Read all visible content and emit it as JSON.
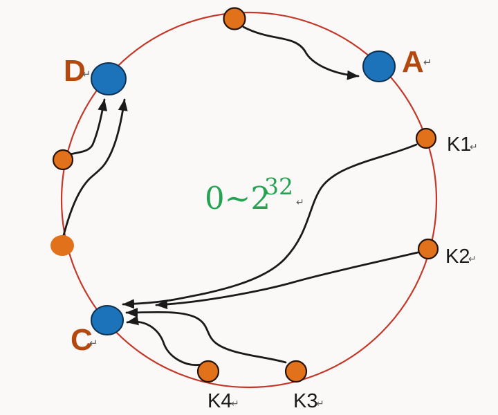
{
  "diagram": {
    "type": "consistent-hashing-ring",
    "ring_range": {
      "base": "0~2",
      "exponent": "32"
    },
    "return_mark": "↵",
    "server_nodes": [
      {
        "id": "A",
        "label": "A"
      },
      {
        "id": "D",
        "label": "D"
      },
      {
        "id": "C",
        "label": "C"
      }
    ],
    "key_nodes": [
      {
        "id": "K1",
        "label": "K1"
      },
      {
        "id": "K2",
        "label": "K2"
      },
      {
        "id": "K3",
        "label": "K3"
      },
      {
        "id": "K4",
        "label": "K4"
      }
    ],
    "unlabeled_key_nodes": 3,
    "arrows": [
      {
        "from": "top-key",
        "to": "A"
      },
      {
        "from": "left-upper-key",
        "to": "D"
      },
      {
        "from": "left-lower-key",
        "to": "D"
      },
      {
        "from": "K1",
        "to": "C"
      },
      {
        "from": "K2",
        "to": "C"
      },
      {
        "from": "K3",
        "to": "C"
      },
      {
        "from": "K4",
        "to": "C"
      }
    ],
    "colors": {
      "ring": "#C43728",
      "key_node_fill": "#E2711C",
      "server_node_fill": "#1C73B9",
      "server_label": "#B4490F",
      "range_text": "#26A352",
      "arrow": "#1A1A1A",
      "background": "#FAF9F7"
    }
  }
}
